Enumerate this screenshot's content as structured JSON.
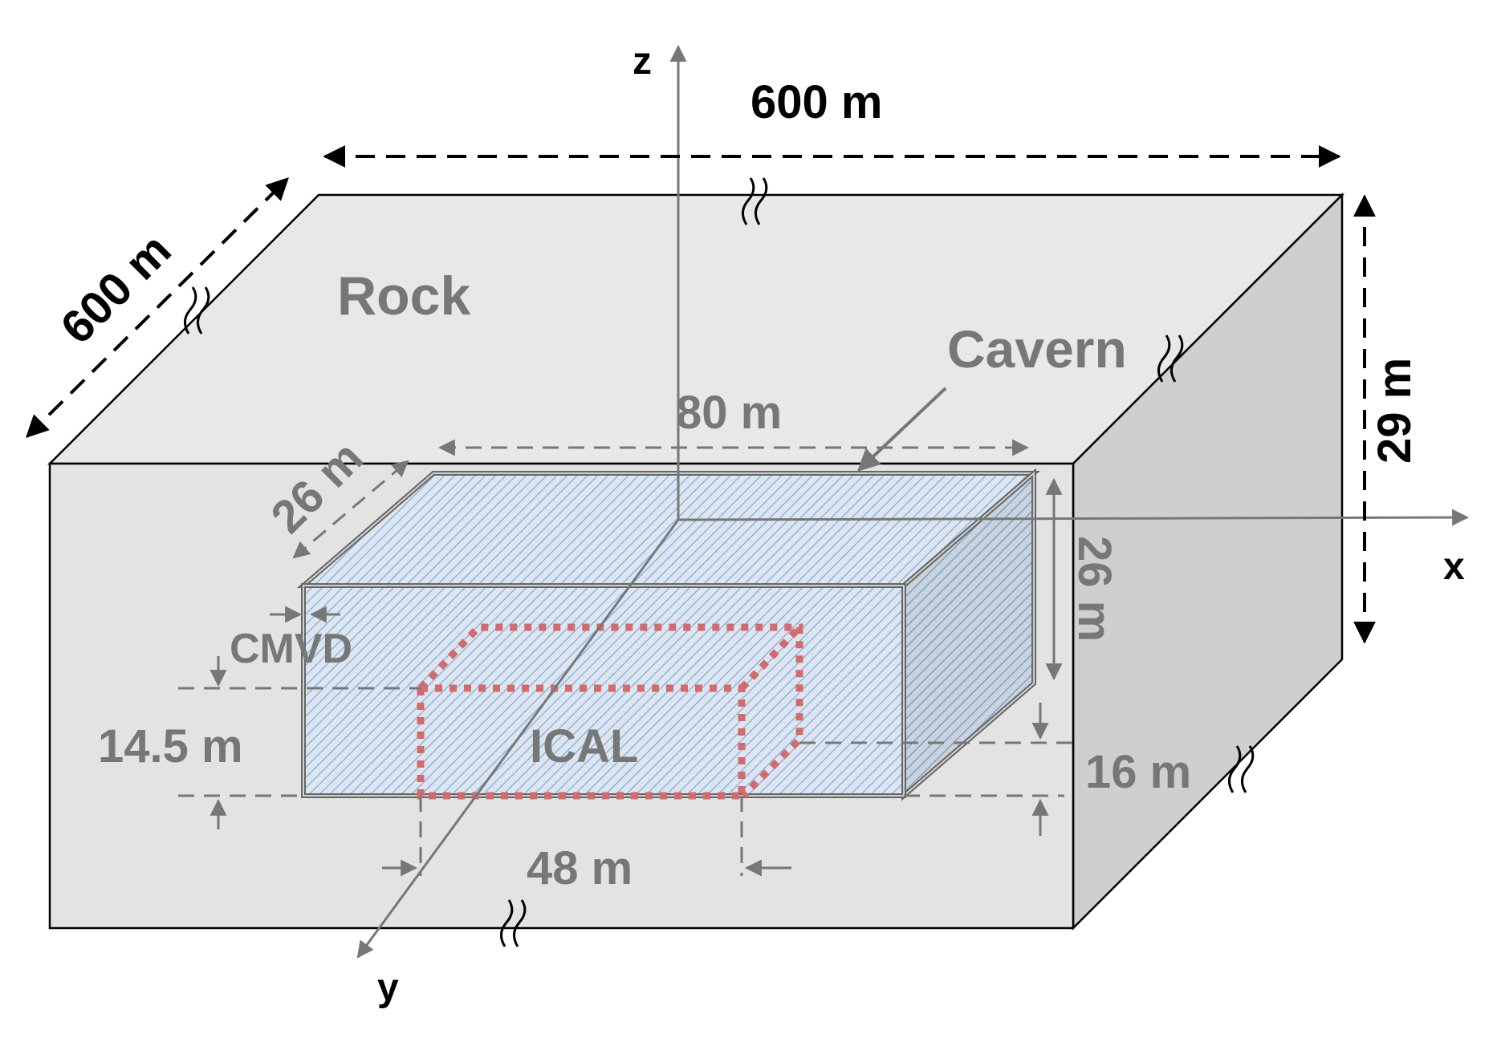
{
  "labels": {
    "axis_z": "z",
    "axis_x": "x",
    "axis_y": "y",
    "rock": "Rock",
    "cavern": "Cavern",
    "ical": "ICAL",
    "cmvd": "CMVD"
  },
  "dimensions": {
    "rock_length": "600 m",
    "rock_depth": "600 m",
    "rock_height": "29 m",
    "cavern_length": "80 m",
    "cavern_depth": "26 m",
    "cavern_height": "26 m",
    "ical_height": "14.5 m",
    "ical_length": "48 m",
    "ical_depth": "16 m"
  },
  "colors": {
    "rock_front": "#e3e3e3",
    "rock_top": "#e8e8e8",
    "rock_side": "#cfcfcf",
    "cavern_hatch": "#8fb4dc",
    "ical_outline": "#d46a6a",
    "dimension_gray": "#777777",
    "dimension_black": "#000000"
  }
}
